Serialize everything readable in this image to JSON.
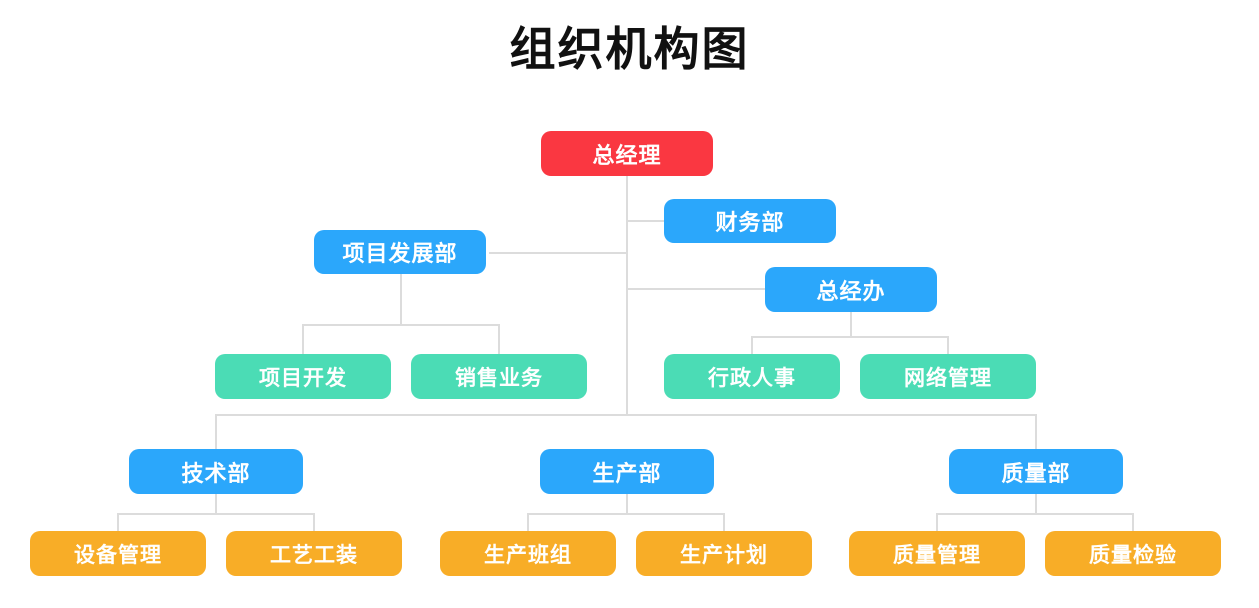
{
  "title": "组织机构图",
  "colors": {
    "root": "#FA3741",
    "department": "#2BA7FB",
    "section": "#4BDCB5",
    "team": "#F8AD27",
    "connector": "#DCDCDC",
    "background": "#FFFFFF",
    "title_text": "#111111",
    "node_text": "#FFFFFF"
  },
  "chart_data": {
    "type": "diagram",
    "diagram_type": "organization-chart",
    "title": "组织机构图",
    "orientation": "top-down",
    "levels": 4,
    "node_count": 16,
    "nodes": [
      {
        "id": "gm",
        "label": "总经理",
        "color": "#FA3741",
        "level": 0,
        "parent": null
      },
      {
        "id": "finance",
        "label": "财务部",
        "color": "#2BA7FB",
        "level": 1,
        "parent": "gm"
      },
      {
        "id": "project-dev",
        "label": "项目发展部",
        "color": "#2BA7FB",
        "level": 1,
        "parent": "gm"
      },
      {
        "id": "gm-office",
        "label": "总经办",
        "color": "#2BA7FB",
        "level": 1,
        "parent": "gm"
      },
      {
        "id": "proj-develop",
        "label": "项目开发",
        "color": "#4BDCB5",
        "level": 2,
        "parent": "project-dev"
      },
      {
        "id": "sales",
        "label": "销售业务",
        "color": "#4BDCB5",
        "level": 2,
        "parent": "project-dev"
      },
      {
        "id": "admin-hr",
        "label": "行政人事",
        "color": "#4BDCB5",
        "level": 2,
        "parent": "gm-office"
      },
      {
        "id": "network-mgmt",
        "label": "网络管理",
        "color": "#4BDCB5",
        "level": 2,
        "parent": "gm-office"
      },
      {
        "id": "tech-dept",
        "label": "技术部",
        "color": "#2BA7FB",
        "level": 1,
        "parent": "gm"
      },
      {
        "id": "prod-dept",
        "label": "生产部",
        "color": "#2BA7FB",
        "level": 1,
        "parent": "gm"
      },
      {
        "id": "quality-dept",
        "label": "质量部",
        "color": "#2BA7FB",
        "level": 1,
        "parent": "gm"
      },
      {
        "id": "equip-mgmt",
        "label": "设备管理",
        "color": "#F8AD27",
        "level": 2,
        "parent": "tech-dept"
      },
      {
        "id": "process-tool",
        "label": "工艺工装",
        "color": "#F8AD27",
        "level": 2,
        "parent": "tech-dept"
      },
      {
        "id": "prod-team",
        "label": "生产班组",
        "color": "#F8AD27",
        "level": 2,
        "parent": "prod-dept"
      },
      {
        "id": "prod-plan",
        "label": "生产计划",
        "color": "#F8AD27",
        "level": 2,
        "parent": "prod-dept"
      },
      {
        "id": "quality-mgmt",
        "label": "质量管理",
        "color": "#F8AD27",
        "level": 2,
        "parent": "quality-dept"
      },
      {
        "id": "quality-insp",
        "label": "质量检验",
        "color": "#F8AD27",
        "level": 2,
        "parent": "quality-dept"
      }
    ],
    "labels": {
      "gm": "总经理",
      "finance": "财务部",
      "project_dev": "项目发展部",
      "gm_office": "总经办",
      "proj_develop": "项目开发",
      "sales": "销售业务",
      "admin_hr": "行政人事",
      "network_mgmt": "网络管理",
      "tech_dept": "技术部",
      "prod_dept": "生产部",
      "quality_dept": "质量部",
      "equip_mgmt": "设备管理",
      "process_tool": "工艺工装",
      "prod_team": "生产班组",
      "prod_plan": "生产计划",
      "quality_mgmt": "质量管理",
      "quality_insp": "质量检验"
    }
  }
}
